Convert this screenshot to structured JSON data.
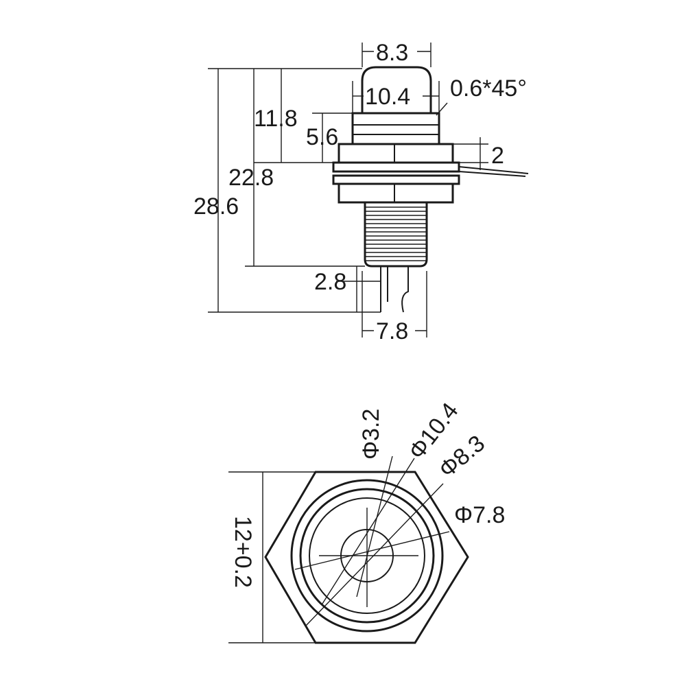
{
  "side_view": {
    "dim_cap_width": "8.3",
    "dim_button_width": "10.4",
    "dim_chamfer": "0.6*45°",
    "dim_button_height": "11.8",
    "dim_collar_height": "5.6",
    "dim_flange": "2",
    "dim_body_height": "22.8",
    "dim_total_height": "28.6",
    "dim_terminal_length": "2.8",
    "dim_terminal_width": "7.8"
  },
  "top_view": {
    "dim_hole": "Φ3.2",
    "dim_outer": "Φ10.4",
    "dim_middle": "Φ8.3",
    "dim_inner": "Φ7.8",
    "dim_hex": "12+0.2"
  },
  "colors": {
    "ink": "#1a1a1a",
    "paper": "#ffffff"
  }
}
